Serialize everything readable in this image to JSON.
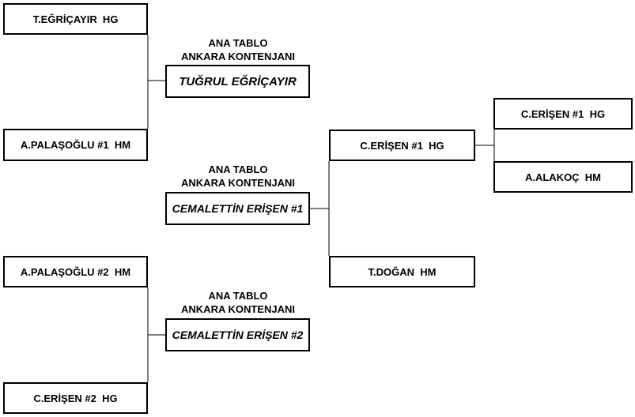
{
  "players": {
    "p1": "T.EĞRİÇAYIR  HG",
    "p2": "A.PALAŞOĞLU #1  HM",
    "p3": "A.PALAŞOĞLU #2  HM",
    "p4": "C.ERİŞEN #2  HG",
    "p5": "C.ERİŞEN #1  HG",
    "p6": "A.ALAKOÇ  HM",
    "p7": "C.ERİŞEN #1  HG",
    "p8": "T.DOĞAN  HM"
  },
  "winners": {
    "w1": "TUĞRUL EĞRİÇAYIR",
    "w2": "CEMALETTİN ERİŞEN #1",
    "w3": "CEMALETTİN ERİŞEN #2"
  },
  "captions": {
    "c1": {
      "line1": "ANA TABLO",
      "line2": "ANKARA KONTENJANI"
    },
    "c2": {
      "line1": "ANA TABLO",
      "line2": "ANKARA KONTENJANI"
    },
    "c3": {
      "line1": "ANA TABLO",
      "line2": "ANKARA KONTENJANI"
    }
  }
}
